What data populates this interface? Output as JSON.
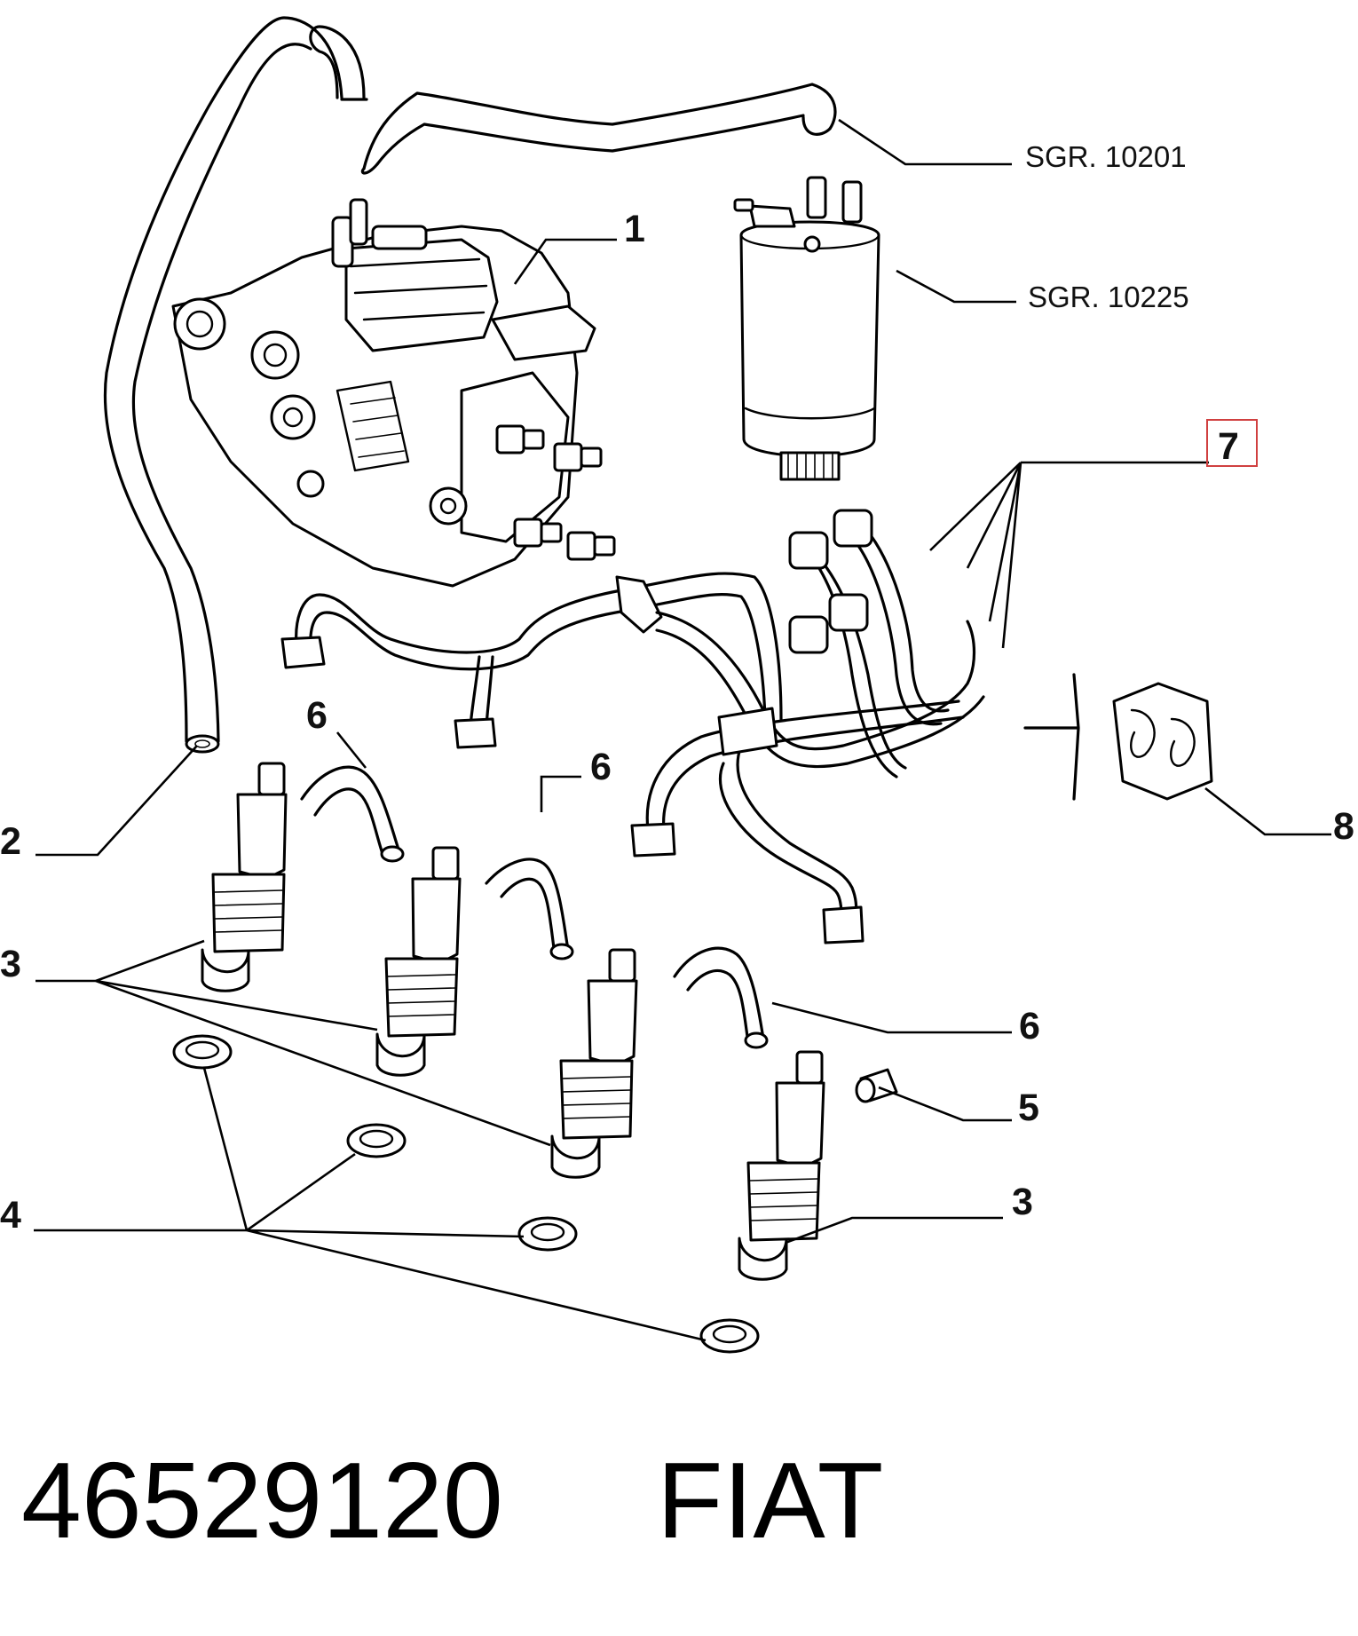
{
  "callouts": {
    "c1": "1",
    "c2": "2",
    "c3a": "3",
    "c3b": "3",
    "c4": "4",
    "c5": "5",
    "c6a": "6",
    "c6b": "6",
    "c6c": "6",
    "c7": "7",
    "c8": "8"
  },
  "refs": {
    "sgr1": "SGR. 10201",
    "sgr2": "SGR. 10225"
  },
  "footer": {
    "part_number": "46529120",
    "brand": "FIAT"
  },
  "colors": {
    "highlight_box": "#d04040",
    "line": "#000000",
    "background": "#ffffff"
  }
}
